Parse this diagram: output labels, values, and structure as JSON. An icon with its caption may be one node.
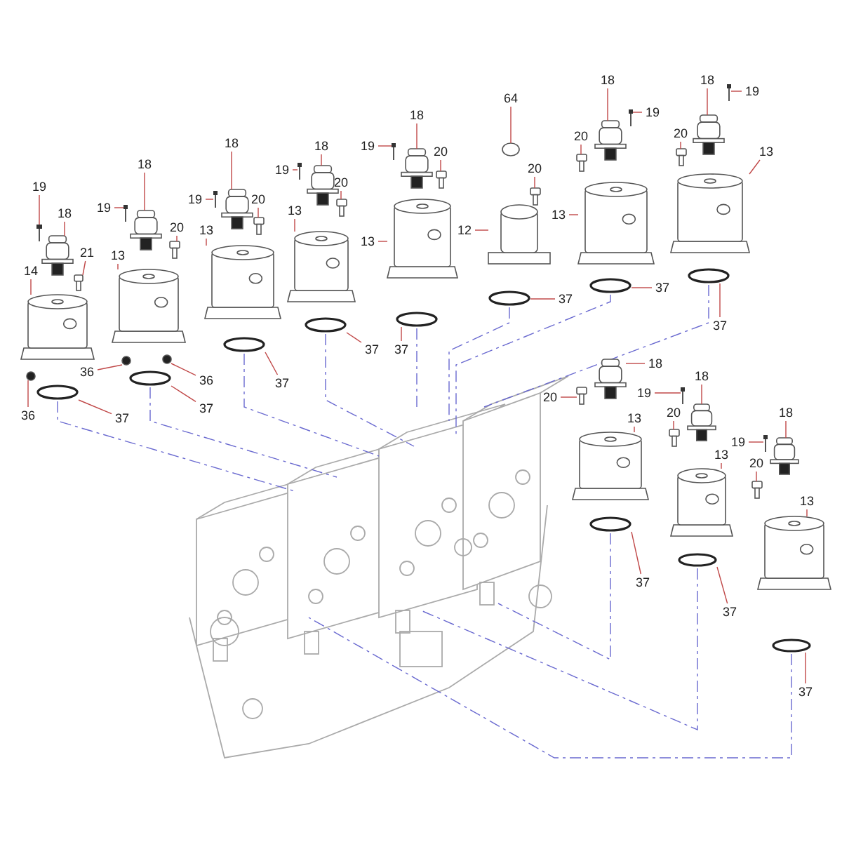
{
  "diagram": {
    "nodes": [
      {
        "text": [
          "19"
        ]
      },
      {
        "text": [
          "18"
        ]
      },
      {
        "text": [
          "14"
        ]
      },
      {
        "text": [
          "21"
        ]
      },
      {
        "text": [
          "36"
        ]
      },
      {
        "text": [
          "37"
        ]
      },
      {
        "text": [
          "36"
        ]
      },
      {
        "text": [
          "18"
        ]
      },
      {
        "text": [
          "19"
        ]
      },
      {
        "text": [
          "20"
        ]
      },
      {
        "text": [
          "13"
        ]
      },
      {
        "text": [
          "36"
        ]
      },
      {
        "text": [
          "37"
        ]
      },
      {
        "text": [
          "18"
        ]
      },
      {
        "text": [
          "19"
        ]
      },
      {
        "text": [
          "20"
        ]
      },
      {
        "text": [
          "13"
        ]
      },
      {
        "text": [
          "37"
        ]
      },
      {
        "text": [
          "18"
        ]
      },
      {
        "text": [
          "19"
        ]
      },
      {
        "text": [
          "20"
        ]
      },
      {
        "text": [
          "13"
        ]
      },
      {
        "text": [
          "37"
        ]
      },
      {
        "text": [
          "18"
        ]
      },
      {
        "text": [
          "19"
        ]
      },
      {
        "text": [
          "20"
        ]
      },
      {
        "text": [
          "13"
        ]
      },
      {
        "text": [
          "37"
        ]
      },
      {
        "text": [
          "64"
        ]
      },
      {
        "text": [
          "20"
        ]
      },
      {
        "text": [
          "12"
        ]
      },
      {
        "text": [
          "37"
        ]
      },
      {
        "text": [
          "18"
        ]
      },
      {
        "text": [
          "19"
        ]
      },
      {
        "text": [
          "20"
        ]
      },
      {
        "text": [
          "13"
        ]
      },
      {
        "text": [
          "37"
        ]
      },
      {
        "text": [
          "18"
        ]
      },
      {
        "text": [
          "19"
        ]
      },
      {
        "text": [
          "20"
        ]
      },
      {
        "text": [
          "13"
        ]
      },
      {
        "text": [
          "37"
        ]
      },
      {
        "text": [
          "18"
        ]
      },
      {
        "text": [
          "20"
        ]
      },
      {
        "text": [
          "13"
        ]
      },
      {
        "text": [
          "37"
        ]
      },
      {
        "text": [
          "18"
        ]
      },
      {
        "text": [
          "19"
        ]
      },
      {
        "text": [
          "20"
        ]
      },
      {
        "text": [
          "13"
        ]
      },
      {
        "text": [
          "37"
        ]
      },
      {
        "text": [
          "18"
        ]
      },
      {
        "text": [
          "19"
        ]
      },
      {
        "text": [
          "20"
        ]
      },
      {
        "text": [
          "13"
        ]
      },
      {
        "text": [
          "37"
        ]
      },
      {
        "text": [],
        "shape": "picture"
      },
      {
        "text": [],
        "shape": "picture"
      },
      {
        "text": [],
        "shape": "picture"
      },
      {
        "text": [],
        "shape": "picture"
      },
      {
        "text": [],
        "shape": "circle"
      },
      {
        "text": [],
        "shape": "circle"
      },
      {
        "text": [],
        "shape": "circle"
      },
      {
        "text": [],
        "shape": "picture"
      },
      {
        "text": [],
        "shape": "picture"
      },
      {
        "text": [],
        "shape": "picture"
      },
      {
        "text": [],
        "shape": "picture"
      },
      {
        "text": [],
        "shape": "circle"
      },
      {
        "text": [],
        "shape": "circle"
      },
      {
        "text": [],
        "shape": "picture"
      },
      {
        "text": [],
        "shape": "picture"
      },
      {
        "text": [],
        "shape": "picture"
      },
      {
        "text": [],
        "shape": "picture"
      },
      {
        "text": [],
        "shape": "circle"
      },
      {
        "text": [],
        "shape": "picture"
      },
      {
        "text": [],
        "shape": "picture"
      },
      {
        "text": [],
        "shape": "picture"
      },
      {
        "text": [],
        "shape": "picture"
      },
      {
        "text": [],
        "shape": "circle"
      },
      {
        "text": [],
        "shape": "picture"
      },
      {
        "text": [],
        "shape": "picture"
      },
      {
        "text": [],
        "shape": "picture"
      },
      {
        "text": [],
        "shape": "picture"
      },
      {
        "text": [],
        "shape": "circle"
      },
      {
        "text": [],
        "shape": "circle"
      },
      {
        "text": [],
        "shape": "picture"
      },
      {
        "text": [],
        "shape": "picture"
      },
      {
        "text": [],
        "shape": "circle"
      },
      {
        "text": [],
        "shape": "picture"
      },
      {
        "text": [],
        "shape": "picture"
      },
      {
        "text": [],
        "shape": "picture"
      },
      {
        "text": [],
        "shape": "picture"
      },
      {
        "text": [],
        "shape": "circle"
      },
      {
        "text": [],
        "shape": "picture"
      },
      {
        "text": [],
        "shape": "picture"
      },
      {
        "text": [],
        "shape": "picture"
      },
      {
        "text": [],
        "shape": "picture"
      },
      {
        "text": [],
        "shape": "circle"
      },
      {
        "text": [],
        "shape": "picture"
      },
      {
        "text": [],
        "shape": "picture"
      },
      {
        "text": [],
        "shape": "picture"
      },
      {
        "text": [],
        "shape": "circle"
      },
      {
        "text": [],
        "shape": "picture"
      },
      {
        "text": [],
        "shape": "picture"
      },
      {
        "text": [],
        "shape": "picture"
      },
      {
        "text": [],
        "shape": "picture"
      },
      {
        "text": [],
        "shape": "circle"
      },
      {
        "text": [],
        "shape": "picture"
      },
      {
        "text": [],
        "shape": "picture"
      },
      {
        "text": [],
        "shape": "picture"
      },
      {
        "text": [],
        "shape": "picture"
      },
      {
        "text": [],
        "shape": "circle"
      }
    ],
    "edges": [
      {
        "from": 0,
        "to": 56,
        "arrow": "none"
      },
      {
        "from": 1,
        "to": 57,
        "arrow": "none"
      },
      {
        "from": 2,
        "to": 58,
        "arrow": "none"
      },
      {
        "from": 3,
        "to": 59,
        "arrow": "none"
      },
      {
        "from": 4,
        "to": 60,
        "arrow": "none"
      },
      {
        "from": 5,
        "to": 61,
        "arrow": "none"
      },
      {
        "from": 6,
        "to": 62,
        "arrow": "none"
      },
      {
        "from": 7,
        "to": 63,
        "arrow": "none"
      },
      {
        "from": 8,
        "to": 64,
        "arrow": "none"
      },
      {
        "from": 9,
        "to": 65,
        "arrow": "none"
      },
      {
        "from": 10,
        "to": 66,
        "arrow": "none"
      },
      {
        "from": 11,
        "to": 67,
        "arrow": "none"
      },
      {
        "from": 12,
        "to": 68,
        "arrow": "none"
      },
      {
        "from": 13,
        "to": 69,
        "arrow": "none"
      },
      {
        "from": 14,
        "to": 70,
        "arrow": "none"
      },
      {
        "from": 15,
        "to": 71,
        "arrow": "none"
      },
      {
        "from": 16,
        "to": 72,
        "arrow": "none"
      },
      {
        "from": 17,
        "to": 73,
        "arrow": "none"
      },
      {
        "from": 18,
        "to": 74,
        "arrow": "none"
      },
      {
        "from": 19,
        "to": 75,
        "arrow": "none"
      },
      {
        "from": 20,
        "to": 76,
        "arrow": "none"
      },
      {
        "from": 21,
        "to": 77,
        "arrow": "none"
      },
      {
        "from": 22,
        "to": 78,
        "arrow": "none"
      },
      {
        "from": 23,
        "to": 79,
        "arrow": "none"
      },
      {
        "from": 24,
        "to": 80,
        "arrow": "none"
      },
      {
        "from": 25,
        "to": 81,
        "arrow": "none"
      },
      {
        "from": 26,
        "to": 82,
        "arrow": "none"
      },
      {
        "from": 27,
        "to": 83,
        "arrow": "none"
      },
      {
        "from": 28,
        "to": 84,
        "arrow": "none"
      },
      {
        "from": 29,
        "to": 85,
        "arrow": "none"
      },
      {
        "from": 30,
        "to": 86,
        "arrow": "none"
      },
      {
        "from": 31,
        "to": 87,
        "arrow": "none"
      },
      {
        "from": 32,
        "to": 88,
        "arrow": "none"
      },
      {
        "from": 33,
        "to": 89,
        "arrow": "none"
      },
      {
        "from": 34,
        "to": 90,
        "arrow": "none"
      },
      {
        "from": 35,
        "to": 91,
        "arrow": "none"
      },
      {
        "from": 36,
        "to": 92,
        "arrow": "none"
      },
      {
        "from": 37,
        "to": 93,
        "arrow": "none"
      },
      {
        "from": 38,
        "to": 94,
        "arrow": "none"
      },
      {
        "from": 39,
        "to": 95,
        "arrow": "none"
      },
      {
        "from": 40,
        "to": 96,
        "arrow": "none"
      },
      {
        "from": 41,
        "to": 97,
        "arrow": "none"
      },
      {
        "from": 42,
        "to": 98,
        "arrow": "none"
      },
      {
        "from": 43,
        "to": 99,
        "arrow": "none"
      },
      {
        "from": 44,
        "to": 100,
        "arrow": "none"
      },
      {
        "from": 45,
        "to": 101,
        "arrow": "none"
      },
      {
        "from": 46,
        "to": 102,
        "arrow": "none"
      },
      {
        "from": 47,
        "to": 103,
        "arrow": "none"
      },
      {
        "from": 48,
        "to": 104,
        "arrow": "none"
      },
      {
        "from": 49,
        "to": 105,
        "arrow": "none"
      },
      {
        "from": 50,
        "to": 106,
        "arrow": "none"
      },
      {
        "from": 51,
        "to": 107,
        "arrow": "none"
      },
      {
        "from": 52,
        "to": 108,
        "arrow": "none"
      },
      {
        "from": 53,
        "to": 109,
        "arrow": "none"
      },
      {
        "from": 54,
        "to": 110,
        "arrow": "none"
      },
      {
        "from": 55,
        "to": 111,
        "arrow": "none"
      }
    ]
  }
}
